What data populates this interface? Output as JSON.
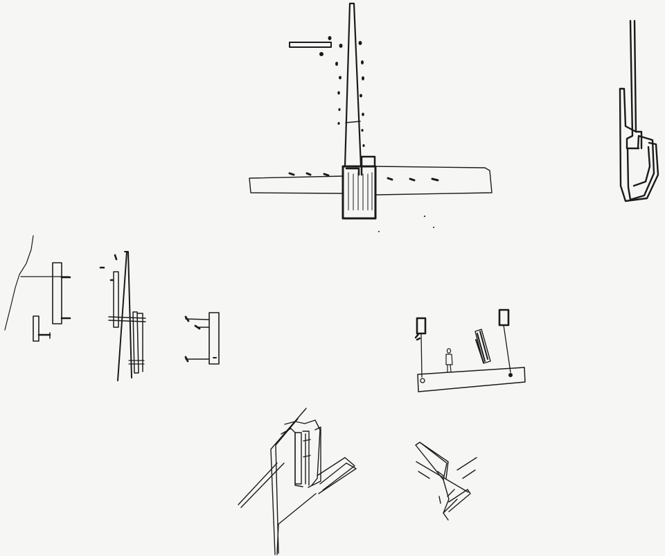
{
  "sheet": {
    "paper_color": "#f6f6f5",
    "ink_color": "#1a1a1a",
    "sketches": [
      {
        "id": "central-spire-plan",
        "icon": "spire-plan-sketch"
      },
      {
        "id": "folded-wall-section",
        "icon": "folded-section-sketch"
      },
      {
        "id": "slope-bench-elevation",
        "icon": "slope-elevation-sketch"
      },
      {
        "id": "tall-blade-elevation",
        "icon": "blade-elevation-sketch"
      },
      {
        "id": "small-plank-elevation",
        "icon": "plank-elevation-sketch"
      },
      {
        "id": "figure-on-platform-elevation",
        "icon": "platform-elevation-sketch"
      },
      {
        "id": "folded-walls-axonometric",
        "icon": "walls-axonometric-sketch"
      },
      {
        "id": "slab-axonometric",
        "icon": "slab-axonometric-sketch"
      }
    ]
  }
}
